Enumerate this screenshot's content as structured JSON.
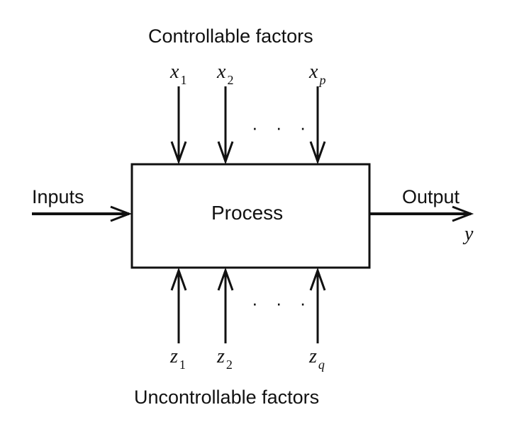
{
  "title_top": "Controllable factors",
  "title_bottom": "Uncontrollable factors",
  "process_label": "Process",
  "inputs_label": "Inputs",
  "output_label": "Output",
  "output_var": "y",
  "ellipsis": "· · ·",
  "controllable_vars": [
    {
      "sym": "x",
      "sub": "1"
    },
    {
      "sym": "x",
      "sub": "2"
    },
    {
      "sym": "x",
      "sub": "p"
    }
  ],
  "uncontrollable_vars": [
    {
      "sym": "z",
      "sub": "1"
    },
    {
      "sym": "z",
      "sub": "2"
    },
    {
      "sym": "z",
      "sub": "q"
    }
  ]
}
